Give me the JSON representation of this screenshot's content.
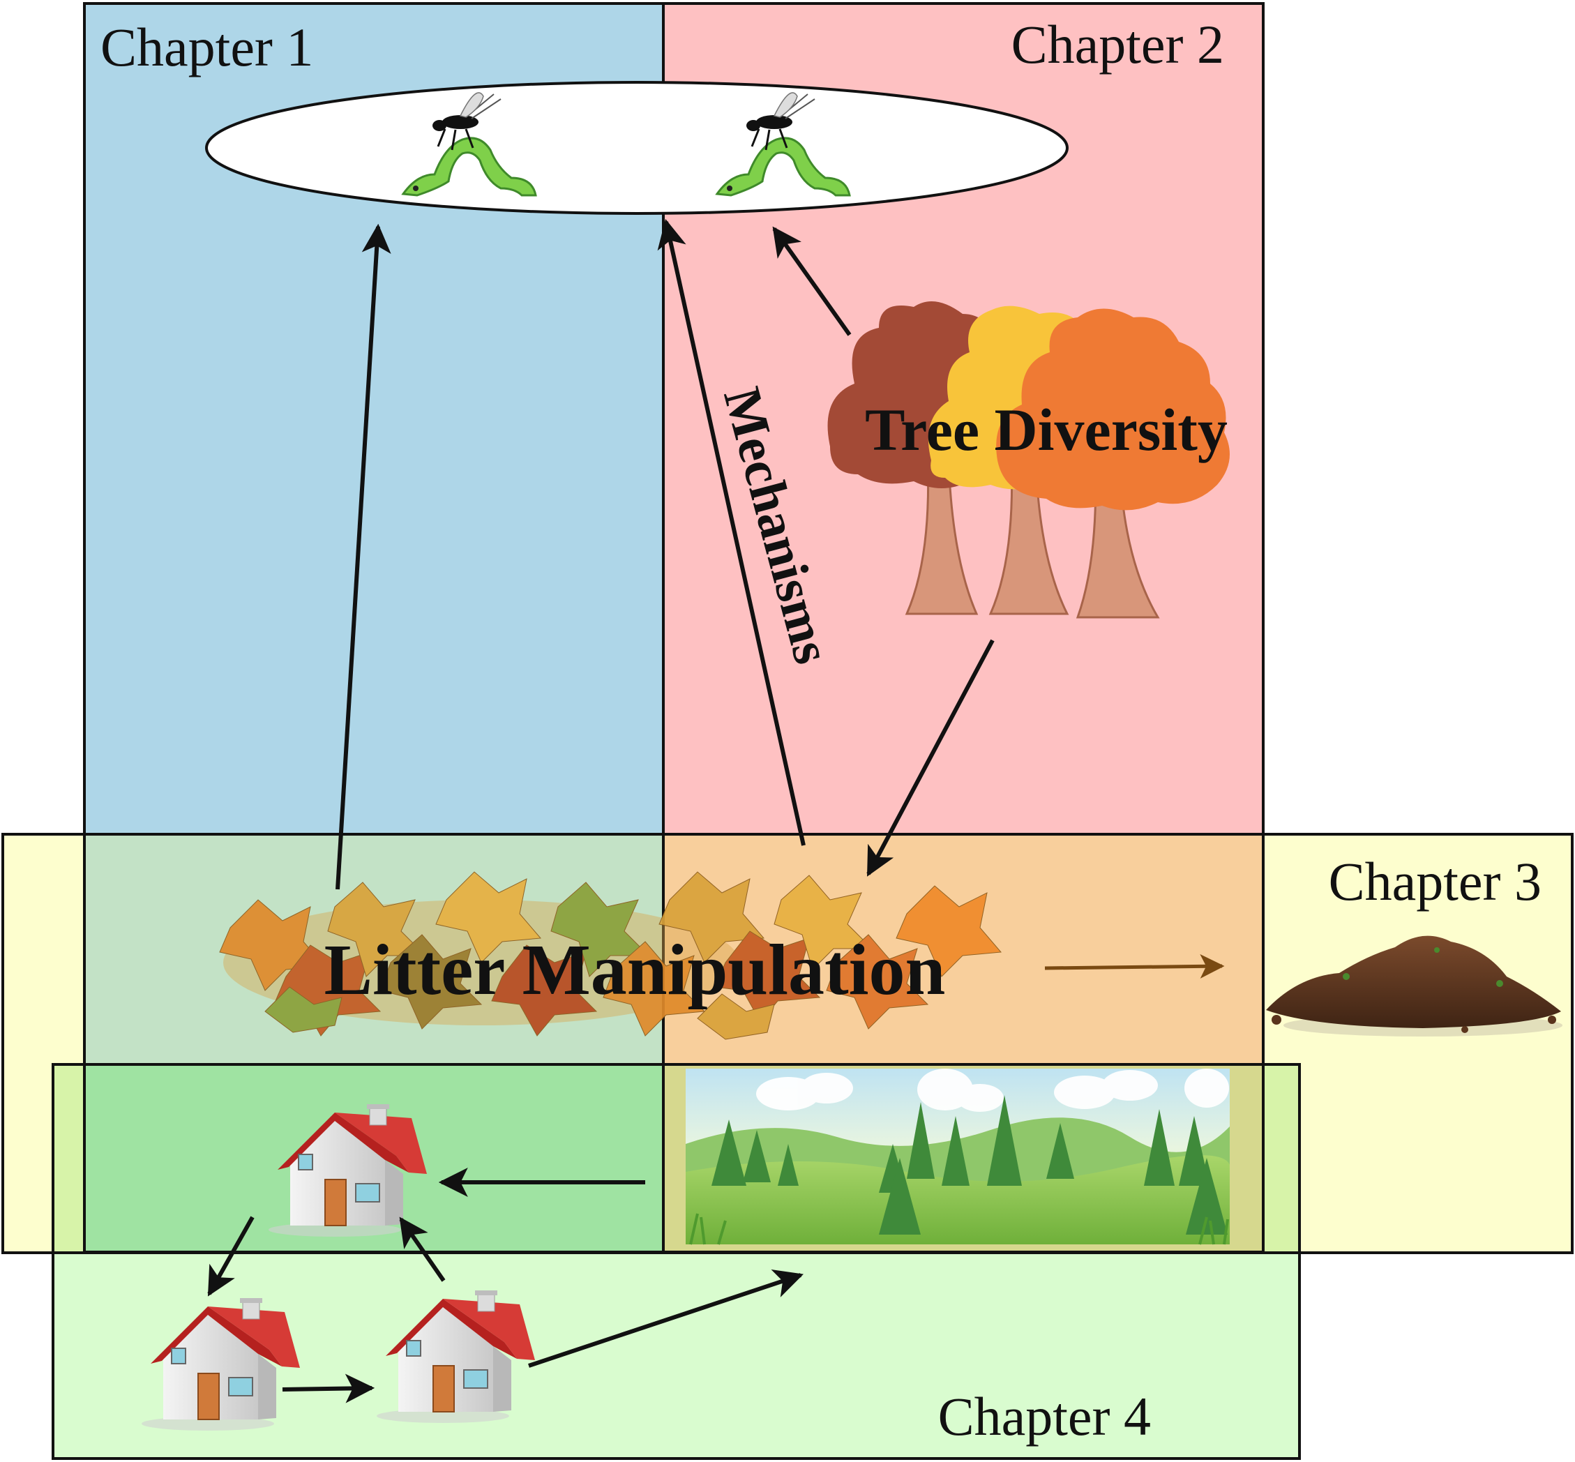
{
  "chapters": {
    "ch1": "Chapter 1",
    "ch2": "Chapter 2",
    "ch3": "Chapter 3",
    "ch4": "Chapter 4"
  },
  "labels": {
    "tree_diversity": "Tree Diversity",
    "mechanisms": "Mechanisms",
    "litter_manipulation": "Litter Manipulation"
  },
  "icons": {
    "insects": "caterpillar-with-parasitoid-wasp-icon",
    "trees": "three-autumn-trees-icon",
    "leaves": "autumn-leaf-pile-icon",
    "soil": "soil-pile-icon",
    "forest": "forest-landscape-icon",
    "house": "house-icon"
  },
  "colors": {
    "chapter1": "#aed6e8",
    "chapter2": "#fec1c2",
    "chapter3": "#fdfece",
    "chapter4": "#d9fccf",
    "overlap_1_3": "#c3e2c6",
    "overlap_2_3": "#f8cf9c",
    "overlap_1_3_4": "#9fe3a2",
    "overlap_2_3_4": "#d6d88e",
    "outline": "#111111",
    "brown_arrow": "#7a4a12"
  }
}
